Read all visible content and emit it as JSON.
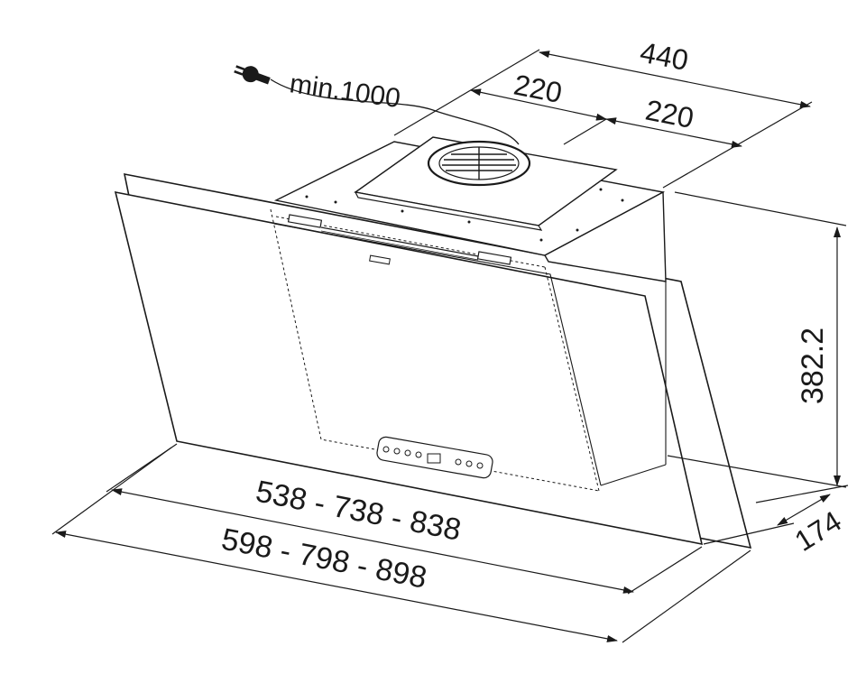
{
  "dimensions": {
    "cable_min": "min.1000",
    "top_width": "440",
    "top_half_left": "220",
    "top_half_right": "220",
    "height": "382.2",
    "depth": "174",
    "width_inner": "538 - 738 - 838",
    "width_outer": "598 - 798 - 898"
  },
  "icons": {
    "power_plug": "plug-icon",
    "fan_grille": "fan-grille-icon",
    "control_panel": "control-panel-icon"
  },
  "colors": {
    "line": "#1a1a1a",
    "background": "#ffffff"
  }
}
